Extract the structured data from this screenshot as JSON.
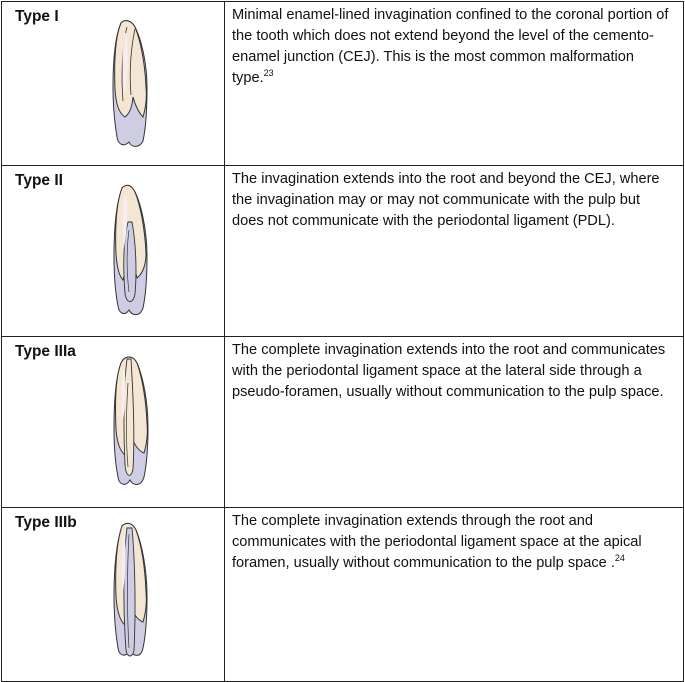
{
  "rows": [
    {
      "type": "Type I",
      "text": "Minimal enamel-lined invagination confined to the coronal portion of the tooth which does not extend beyond the level of the cemento-enamel junction (CEJ). This is the most common malformation type.",
      "ref": "23"
    },
    {
      "type": "Type II",
      "text": "The invagination extends into the root and beyond the CEJ, where the invagination may or may not communicate with the pulp but does not communicate with the periodontal ligament (PDL).",
      "ref": ""
    },
    {
      "type": "Type IIIa",
      "text": "The complete invagination extends into the root and communicates with the periodontal ligament space at the lateral side through a pseudo-foramen, usually without communication to the pulp space.",
      "ref": ""
    },
    {
      "type": "Type IIIb",
      "text": "The complete invagination extends through the root and communicates with the periodontal ligament space at the apical foramen, usually without communication to the pulp space .",
      "ref": "24"
    }
  ],
  "colors": {
    "enamel": "#f3e6d2",
    "crown_highlight": "#f8ecef",
    "root": "#cfcde4",
    "outline": "#333333"
  },
  "icons": [
    "tooth-type-1-illustration",
    "tooth-type-2-illustration",
    "tooth-type-3a-illustration",
    "tooth-type-3b-illustration"
  ]
}
